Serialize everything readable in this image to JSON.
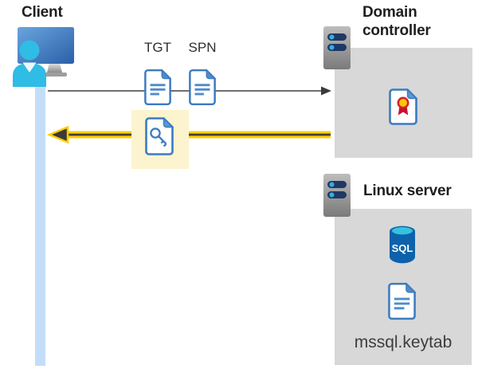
{
  "diagram": {
    "client": {
      "label": "Client"
    },
    "tickets": {
      "tgt": "TGT",
      "spn": "SPN"
    },
    "domain_controller": {
      "label": "Domain controller"
    },
    "linux_server": {
      "label": "Linux server",
      "file": "mssql.keytab"
    },
    "sql_badge": "SQL",
    "colors": {
      "arrow_yellow": "#ffce00",
      "arrow_core_gray": "#3f3f3f",
      "highlight_yellow": "#fbf4ce",
      "panel_gray": "#d8d8d8",
      "lifeline_blue": "#c3ddf9",
      "document_border_blue": "#3b7bc0",
      "document_fill_blue": "#4f8ccb",
      "sql_body_blue": "#0d62ab",
      "sql_top_cyan": "#35c2de",
      "certificate_red": "#c8102e",
      "certificate_gold": "#ffc60b",
      "server_bar_navy": "#1f3864",
      "server_dot_cyan": "#35aee0",
      "person_cyan": "#2fbce5",
      "monitor_blue_dark": "#2b5fa8",
      "arrow_gray": "#595959"
    }
  }
}
